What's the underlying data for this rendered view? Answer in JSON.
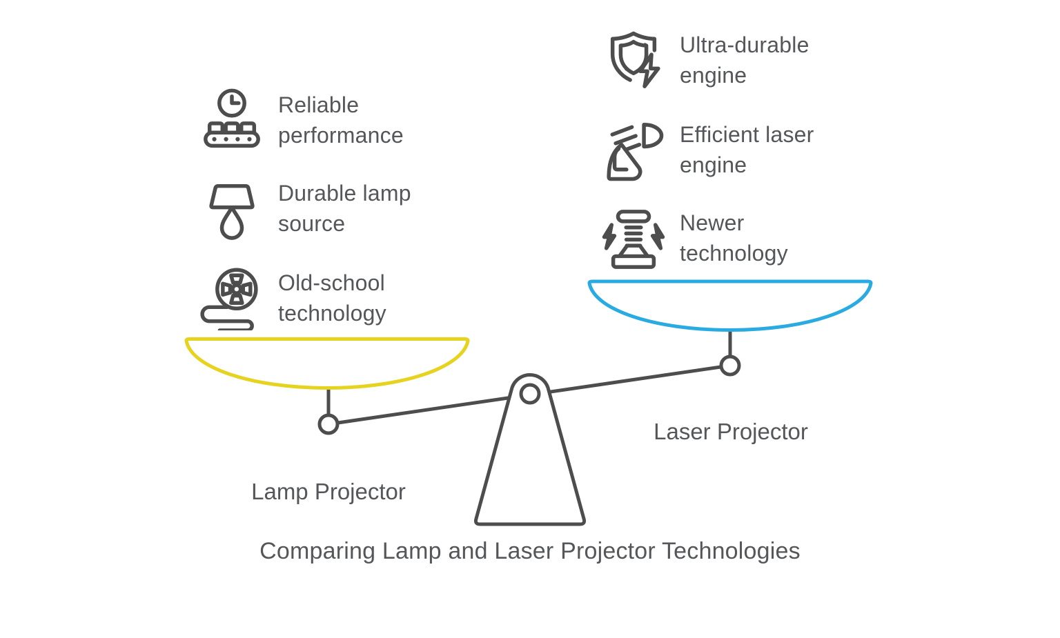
{
  "title": "Comparing Lamp and Laser Projector Technologies",
  "scale": {
    "left_label": "Lamp Projector",
    "right_label": "Laser Projector"
  },
  "left_features": [
    {
      "icon": "clock-conveyor-icon",
      "text": "Reliable performance"
    },
    {
      "icon": "lamp-icon",
      "text": "Durable lamp source"
    },
    {
      "icon": "film-reel-icon",
      "text": "Old-school technology"
    }
  ],
  "right_features": [
    {
      "icon": "shield-lightning-icon",
      "text": "Ultra-durable engine"
    },
    {
      "icon": "laser-beam-icon",
      "text": "Efficient laser engine"
    },
    {
      "icon": "tesla-coil-icon",
      "text": "Newer technology"
    }
  ],
  "colors": {
    "lamp_pan": "#e5d320",
    "laser_pan": "#29abe2",
    "line": "#4d4d4d",
    "text": "#54565a"
  }
}
